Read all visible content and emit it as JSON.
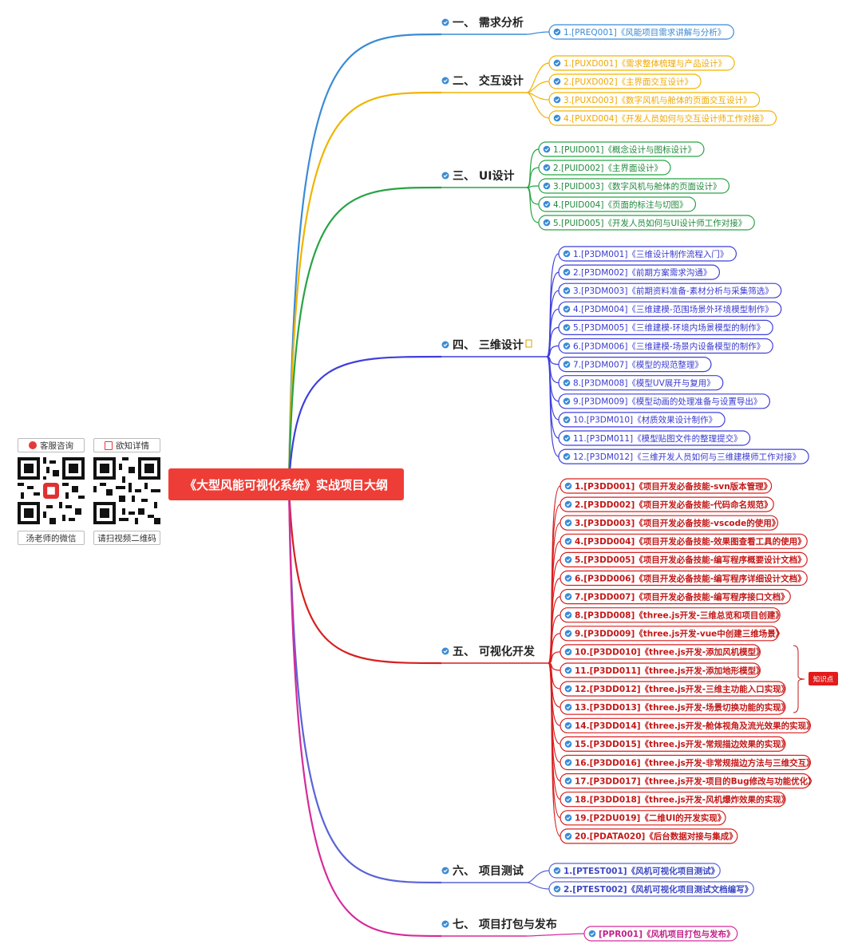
{
  "root": {
    "title": "《大型风能可视化系统》实战项目大纲"
  },
  "side": {
    "left": {
      "button": "客服咨询",
      "caption": "汤老师的微信"
    },
    "right": {
      "button": "欲知详情",
      "caption": "请扫视频二维码"
    }
  },
  "tag": "知识点",
  "colors": {
    "s1": "#3a8bd6",
    "s2": "#f0b400",
    "s3": "#27a345",
    "s4": "#3f3fdc",
    "s5": "#d81f1f",
    "s6": "#5a63d6",
    "s7": "#d62b9a",
    "root": "#ee3d36"
  },
  "sections": [
    {
      "title": "一、 需求分析",
      "items": [
        "1.[PREQ001]《风能项目需求讲解与分析》"
      ]
    },
    {
      "title": "二、 交互设计",
      "items": [
        "1.[PUXD001]《需求整体梳理与产品设计》",
        "2.[PUXD002]《主界面交互设计》",
        "3.[PUXD003]《数字风机与舱体的页面交互设计》",
        "4.[PUXD004]《开发人员如何与交互设计师工作对接》"
      ]
    },
    {
      "title": "三、 UI设计",
      "items": [
        "1.[PUID001]《概念设计与图标设计》",
        "2.[PUID002]《主界面设计》",
        "3.[PUID003]《数字风机与舱体的页面设计》",
        "4.[PUID004]《页面的标注与切图》",
        "5.[PUID005]《开发人员如何与UI设计师工作对接》"
      ]
    },
    {
      "title": "四、 三维设计",
      "items": [
        "1.[P3DM001]《三维设计制作流程入门》",
        "2.[P3DM002]《前期方案需求沟通》",
        "3.[P3DM003]《前期资料准备-素材分析与采集筛选》",
        "4.[P3DM004]《三维建模-范围场景外环境模型制作》",
        "5.[P3DM005]《三维建模-环境内场景模型的制作》",
        "6.[P3DM006]《三维建模-场景内设备模型的制作》",
        "7.[P3DM007]《模型的规范整理》",
        "8.[P3DM008]《模型UV展开与复用》",
        "9.[P3DM009]《模型动画的处理准备与设置导出》",
        "10.[P3DM010]《材质效果设计制作》",
        "11.[P3DM011]《模型贴图文件的整理提交》",
        "12.[P3DM012]《三维开发人员如何与三维建模师工作对接》"
      ]
    },
    {
      "title": "五、 可视化开发",
      "items": [
        "1.[P3DD001]《项目开发必备技能-svn版本管理》",
        "2.[P3DD002]《项目开发必备技能-代码命名规范》",
        "3.[P3DD003]《项目开发必备技能-vscode的使用》",
        "4.[P3DD004]《项目开发必备技能-效果图查看工具的使用》",
        "5.[P3DD005]《项目开发必备技能-编写程序概要设计文档》",
        "6.[P3DD006]《项目开发必备技能-编写程序详细设计文档》",
        "7.[P3DD007]《项目开发必备技能-编写程序接口文档》",
        "8.[P3DD008]《three.js开发-三维总览和项目创建》",
        "9.[P3DD009]《three.js开发-vue中创建三维场景》",
        "10.[P3DD010]《three.js开发-添加风机模型》",
        "11.[P3DD011]《three.js开发-添加地形模型》",
        "12.[P3DD012]《three.js开发-三维主功能入口实现》",
        "13.[P3DD013]《three.js开发-场景切换功能的实现》",
        "14.[P3DD014]《three.js开发-舱体视角及流光效果的实现》",
        "15.[P3DD015]《three.js开发-常规描边效果的实现》",
        "16.[P3DD016]《three.js开发-非常规描边方法与三维交互》",
        "17.[P3DD017]《three.js开发-项目的Bug修改与功能优化》",
        "18.[P3DD018]《three.js开发-风机爆炸效果的实现》",
        "19.[P2DU019]《二维UI的开发实现》",
        "20.[PDATA020]《后台数据对接与集成》"
      ]
    },
    {
      "title": "六、 项目测试",
      "items": [
        "1.[PTEST001]《风机可视化项目测试》",
        "2.[PTEST002]《风机可视化项目测试文档编写》"
      ]
    },
    {
      "title": "七、 项目打包与发布",
      "items": [
        "[PPR001]《风机项目打包与发布》"
      ]
    }
  ]
}
